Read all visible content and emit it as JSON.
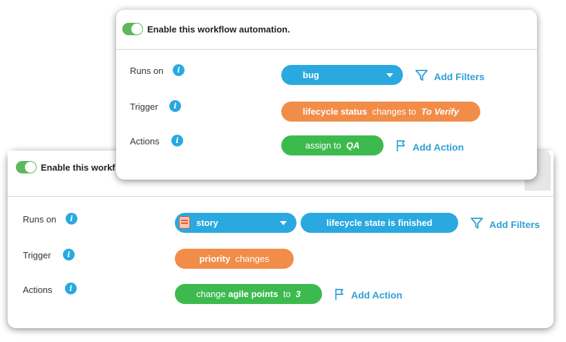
{
  "back_card": {
    "enable_label": "Enable this workflow automation.",
    "rows": {
      "runs_on": "Runs on",
      "trigger": "Trigger",
      "actions": "Actions"
    },
    "runs_on_value": "bug",
    "add_filters": "Add Filters",
    "trigger_pill": {
      "field": "lifecycle status",
      "verb": "changes to",
      "target": "To Verify"
    },
    "action_pill": {
      "verb": "assign to",
      "target": "QA"
    },
    "add_action": "Add Action"
  },
  "front_card": {
    "enable_label": "Enable this workf",
    "rows": {
      "runs_on": "Runs on",
      "trigger": "Trigger",
      "actions": "Actions"
    },
    "runs_on_value": "story",
    "filter_pill": "lifecycle state is finished",
    "add_filters": "Add Filters",
    "trigger_pill": {
      "field": "priority",
      "verb": "changes"
    },
    "action_pill": {
      "verb": "change",
      "field": "agile points",
      "to": "to",
      "target": "3"
    },
    "add_action": "Add Action"
  },
  "colors": {
    "blue": "#29a9e0",
    "orange": "#f28d49",
    "green": "#3dba4e",
    "toggle_on": "#5cb85c",
    "link": "#2d9fd6"
  },
  "icons": [
    "info-icon",
    "filter-icon",
    "flag-icon",
    "chevron-down-icon",
    "story-type-icon"
  ]
}
